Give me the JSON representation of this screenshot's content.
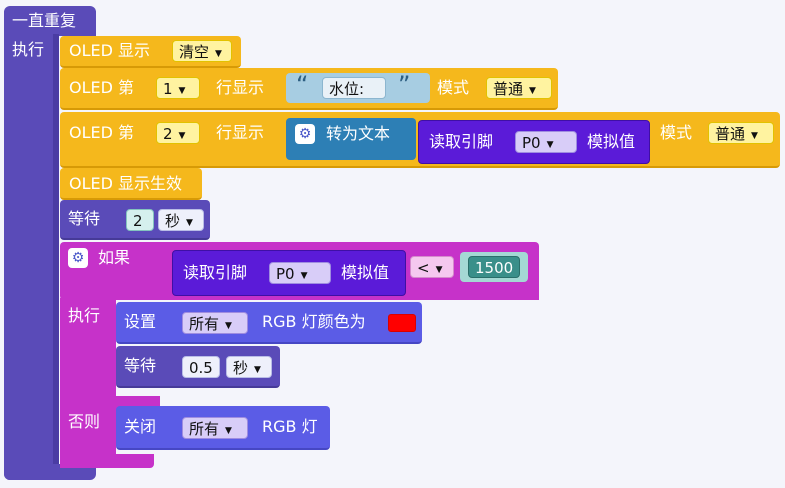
{
  "forever": {
    "label": "一直重复",
    "do_label": "执行"
  },
  "oled_clear": {
    "label": "OLED 显示",
    "mode": "清空"
  },
  "oled_line1": {
    "prefix": "OLED 第",
    "line": "1",
    "suffix": "行显示",
    "quote_open": "“",
    "text": "水位:",
    "quote_close": "”",
    "mode_label": "模式",
    "mode": "普通"
  },
  "oled_line2": {
    "prefix": "OLED 第",
    "line": "2",
    "suffix": "行显示",
    "to_text": "转为文本",
    "read_label": "读取引脚",
    "pin": "P0",
    "analog_label": "模拟值",
    "mode_label": "模式",
    "mode": "普通"
  },
  "oled_refresh": {
    "label": "OLED 显示生效"
  },
  "wait1": {
    "label": "等待",
    "value": "2",
    "unit": "秒"
  },
  "if_block": {
    "if_label": "如果",
    "read_label": "读取引脚",
    "pin": "P0",
    "analog_label": "模拟值",
    "op": "<",
    "threshold": "1500",
    "do_label": "执行",
    "else_label": "否则"
  },
  "set_rgb": {
    "label": "设置",
    "target": "所有",
    "suffix": "RGB 灯颜色为",
    "color": "#ff0000"
  },
  "wait2": {
    "label": "等待",
    "value": "0.5",
    "unit": "秒"
  },
  "rgb_off": {
    "label": "关闭",
    "target": "所有",
    "suffix": "RGB 灯"
  },
  "colors": {
    "control": "#5a4bb8",
    "oled": "#f5b81c",
    "sensor": "#5b1bd8",
    "text": "#2d7fb5",
    "logic": "#c632c9",
    "rgb": "#5b5ce6",
    "math": "#3a8f8a"
  }
}
